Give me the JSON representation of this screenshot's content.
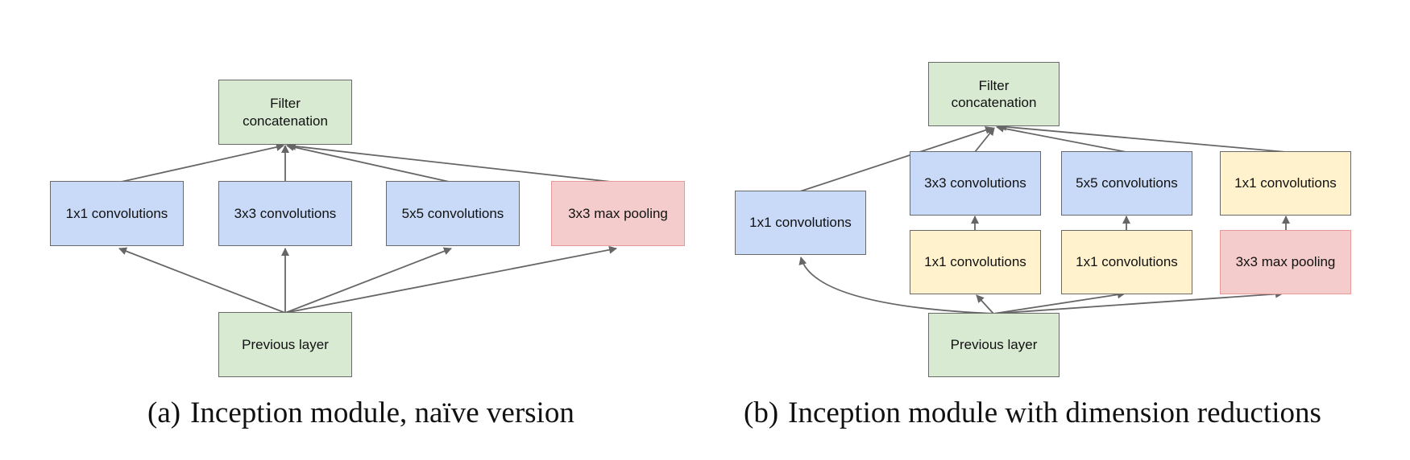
{
  "diagram_a": {
    "caption_label": "(a)",
    "caption_text": "Inception module, naïve version",
    "top": "Filter concatenation",
    "b1": "1x1 convolutions",
    "b2": "3x3 convolutions",
    "b3": "5x5 convolutions",
    "b4": "3x3 max pooling",
    "bottom": "Previous layer"
  },
  "diagram_b": {
    "caption_label": "(b)",
    "caption_text": "Inception module with dimension reductions",
    "top": "Filter concatenation",
    "b1": "1x1 convolutions",
    "b2_top": "3x3 convolutions",
    "b3_top": "5x5 convolutions",
    "b4_top": "1x1 convolutions",
    "b2_bottom": "1x1 convolutions",
    "b3_bottom": "1x1 convolutions",
    "b4_bottom": "3x3 max pooling",
    "bottom": "Previous layer"
  },
  "colors": {
    "green": "#d9ead3",
    "blue": "#c9daf8",
    "yellow": "#fff2cc",
    "red": "#f4cccc",
    "arrow": "#666666"
  }
}
